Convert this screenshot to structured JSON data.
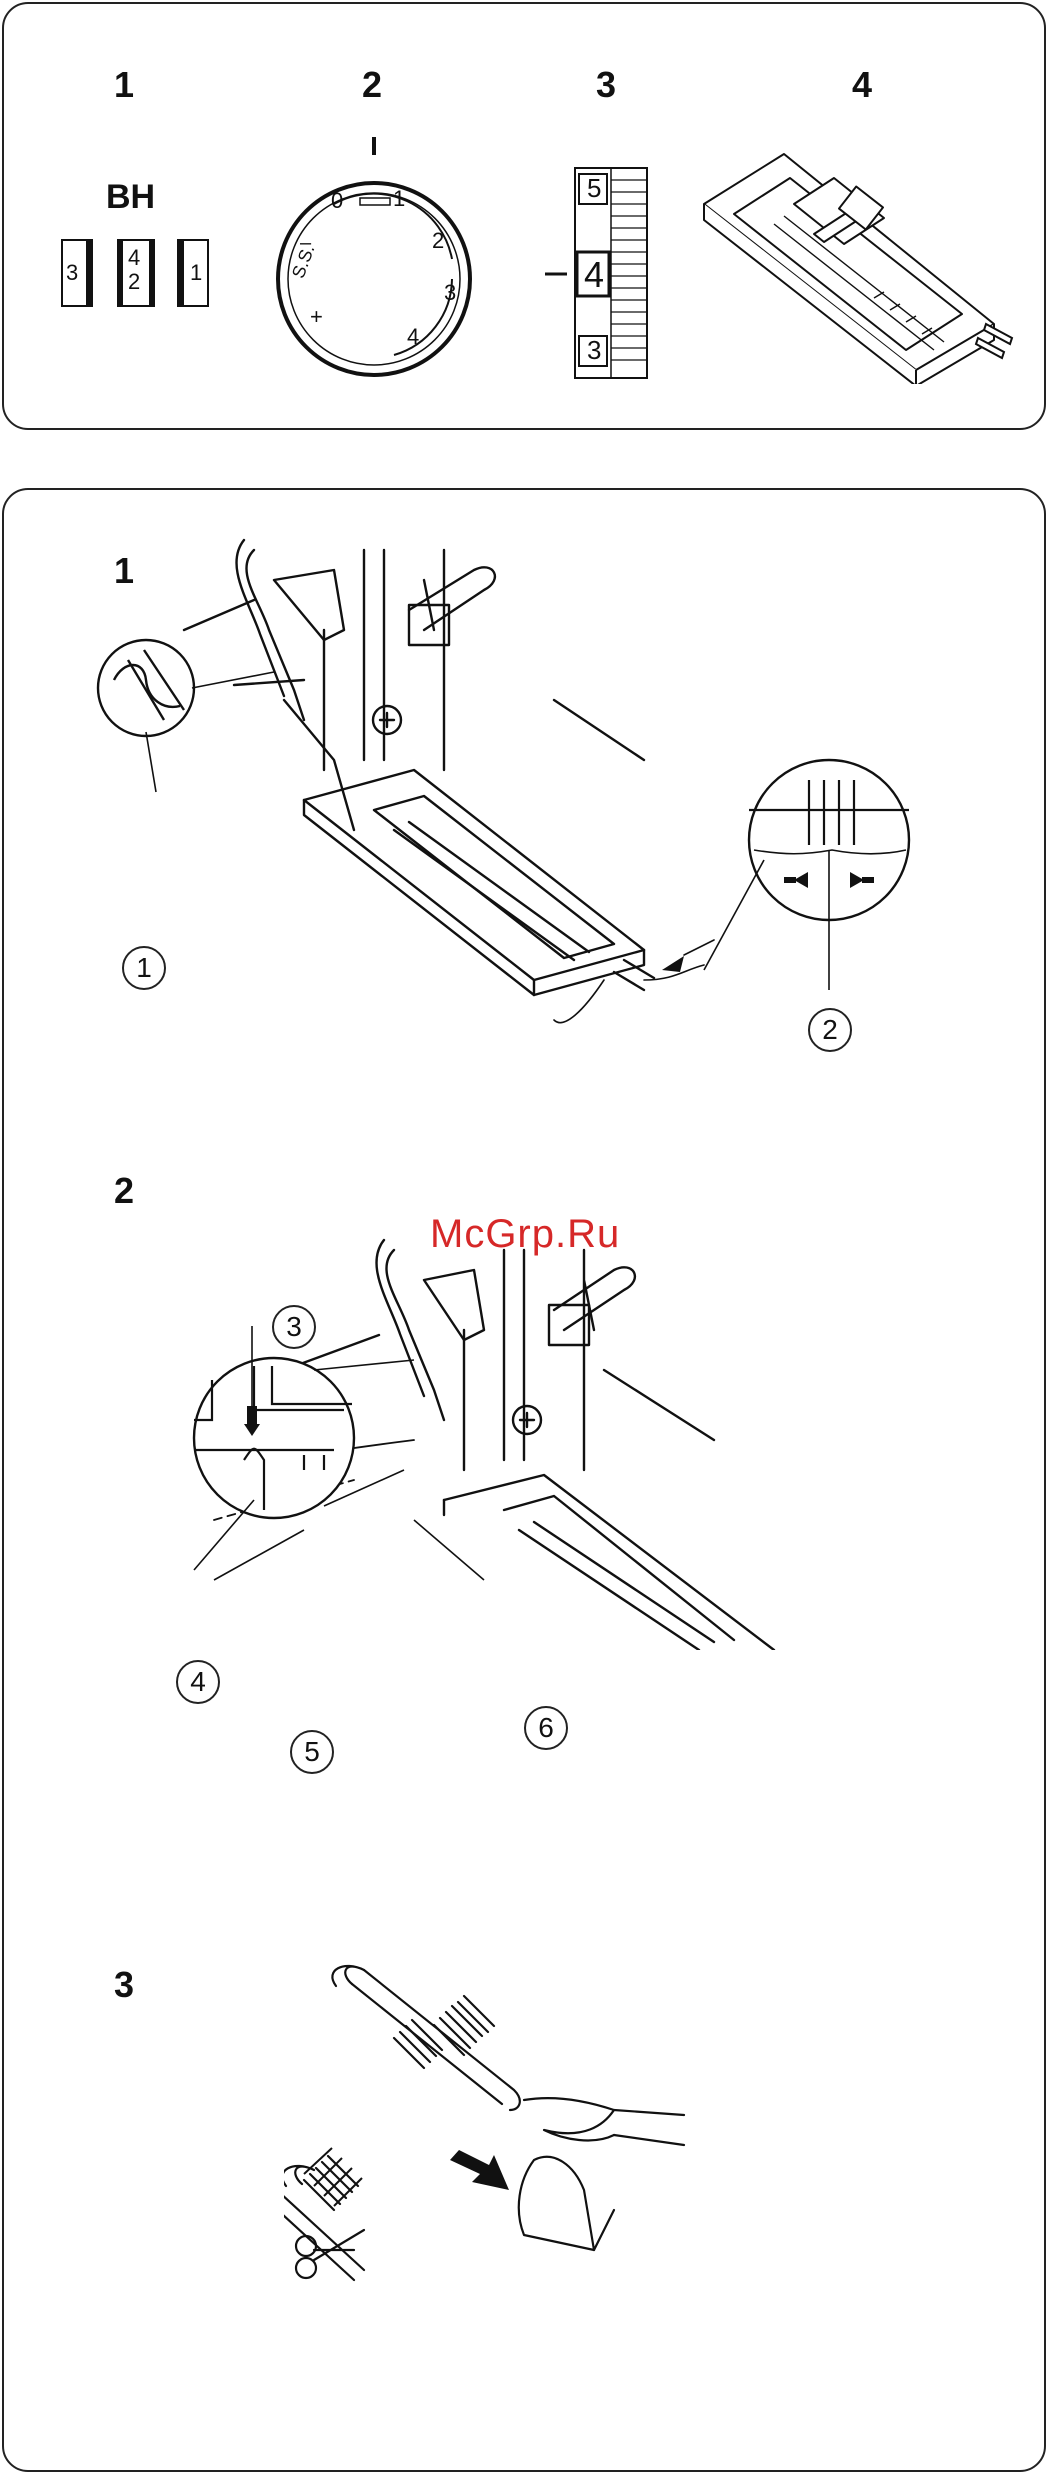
{
  "watermark": "McGrp.Ru",
  "settings_panel": {
    "items": [
      {
        "number": "1",
        "label": "BH",
        "pattern_boxes": [
          "3",
          "4\n2",
          "1"
        ]
      },
      {
        "number": "2",
        "dial_marks": [
          "0",
          "1",
          "2",
          "3",
          "4",
          "+",
          "S.S.",
          "–"
        ]
      },
      {
        "number": "3",
        "scale_values": [
          "5",
          "4",
          "3"
        ]
      },
      {
        "number": "4"
      }
    ]
  },
  "steps_panel": {
    "steps": [
      {
        "number": "1",
        "callouts": [
          "①",
          "②"
        ]
      },
      {
        "number": "2",
        "callouts": [
          "③",
          "④",
          "⑤",
          "⑥"
        ]
      },
      {
        "number": "3"
      }
    ]
  },
  "callout_numbers": {
    "c1": "1",
    "c2": "2",
    "c3": "3",
    "c4": "4",
    "c5": "5",
    "c6": "6"
  }
}
